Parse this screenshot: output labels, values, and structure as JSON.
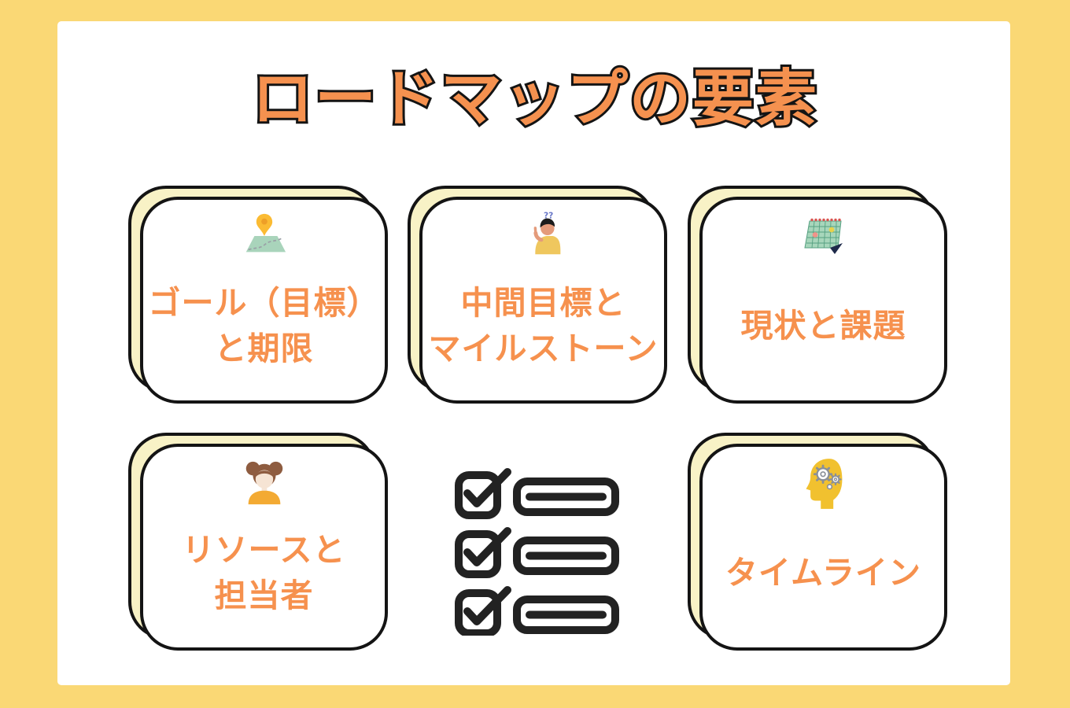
{
  "title": {
    "text": "ロードマップの要素"
  },
  "cards": [
    {
      "id": "goal-deadline",
      "icon": "map-pin-icon",
      "line1": "ゴール（目標）",
      "line2": "と期限"
    },
    {
      "id": "milestones",
      "icon": "thinking-person-icon",
      "line1": "中間目標と",
      "line2": "マイルストーン"
    },
    {
      "id": "current-issues",
      "icon": "calendar-icon",
      "line1": "現状と課題"
    },
    {
      "id": "resources-owner",
      "icon": "girl-avatar-icon",
      "line1": "リソースと",
      "line2": "担当者"
    },
    {
      "id": "timeline",
      "icon": "head-gears-icon",
      "line1": "タイムライン"
    }
  ],
  "checklist": {
    "rows": 3,
    "icon": "checklist-icon"
  },
  "colors": {
    "frame_yellow": "#FAD875",
    "panel_white": "#FFFFFF",
    "card_back_cream": "#F8F2C6",
    "card_border_black": "#141414",
    "accent_orange": "#F6914E",
    "title_orange": "#F5914F",
    "checklist_ink": "#222222"
  }
}
